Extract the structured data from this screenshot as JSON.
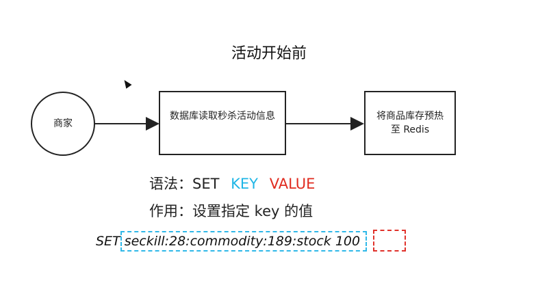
{
  "title": "活动开始前",
  "nodes": {
    "merchant": "商家",
    "read_db": "数据库读取秒杀活动信息",
    "preheat": "将商品库存预热至 Redis"
  },
  "syntax": {
    "label": "语法：SET",
    "key": "KEY",
    "value": "VALUE"
  },
  "purpose": "作用：设置指定 key 的值",
  "command": "SET seckill:28:commodity:189:stock 100",
  "colors": {
    "key_highlight": "#2fb8e8",
    "value_highlight": "#e0312a"
  }
}
